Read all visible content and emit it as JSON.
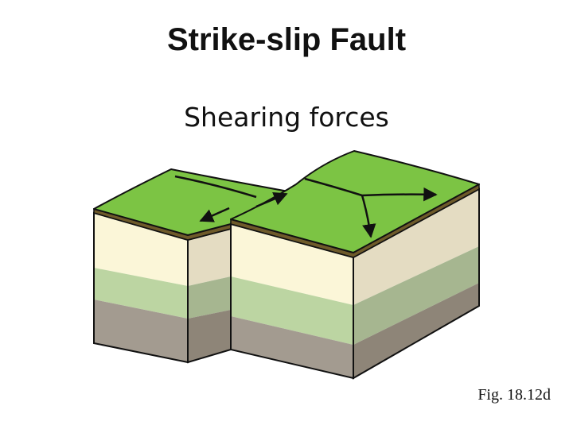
{
  "title": "Strike-slip Fault",
  "subtitle": "Shearing forces",
  "figure_label": "Fig. 18.12d",
  "colors": {
    "surface_green": "#7cc444",
    "soil_brown": "#6e5a2a",
    "cream_layer": "#fbf6d8",
    "cream_side": "#e4dcc2",
    "green_layer": "#bcd5a2",
    "green_side": "#a6b690",
    "rock_layer": "#a39b90",
    "rock_side": "#8e8578",
    "outline": "#111111"
  }
}
